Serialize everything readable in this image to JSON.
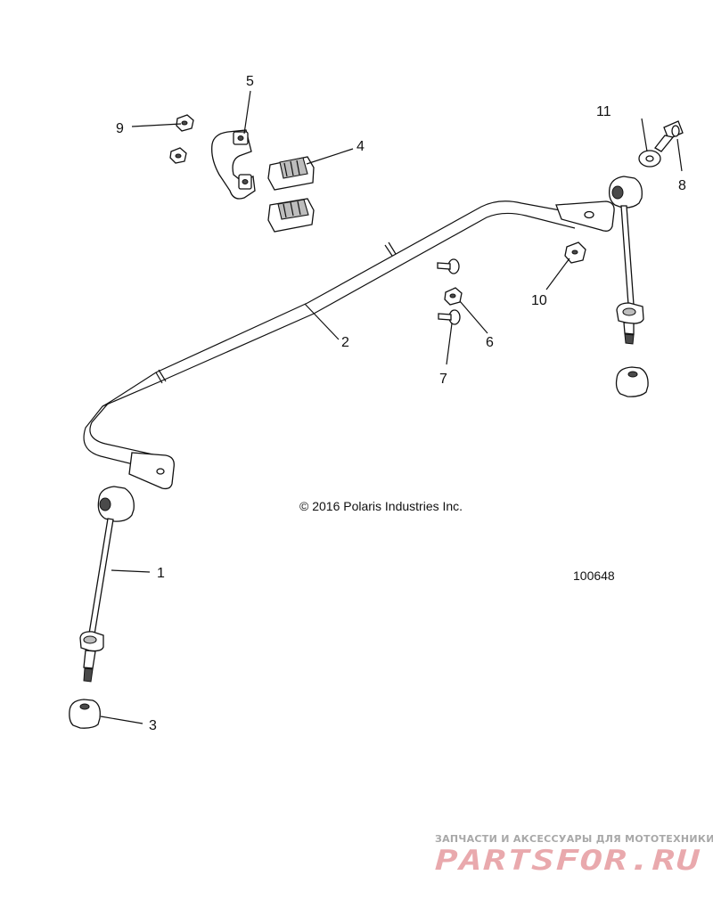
{
  "callouts": {
    "c1": "1",
    "c2": "2",
    "c3": "3",
    "c4": "4",
    "c5": "5",
    "c6": "6",
    "c7": "7",
    "c8": "8",
    "c9": "9",
    "c10": "10",
    "c11": "11"
  },
  "copyright": "© 2016 Polaris Industries Inc.",
  "figure_id": "100648",
  "watermark": {
    "tagline": "ЗАПЧАСТИ И АКСЕССУАРЫ ДЛЯ МОТОТЕХНИКИ",
    "logo": "PARTSFOR.RU"
  }
}
